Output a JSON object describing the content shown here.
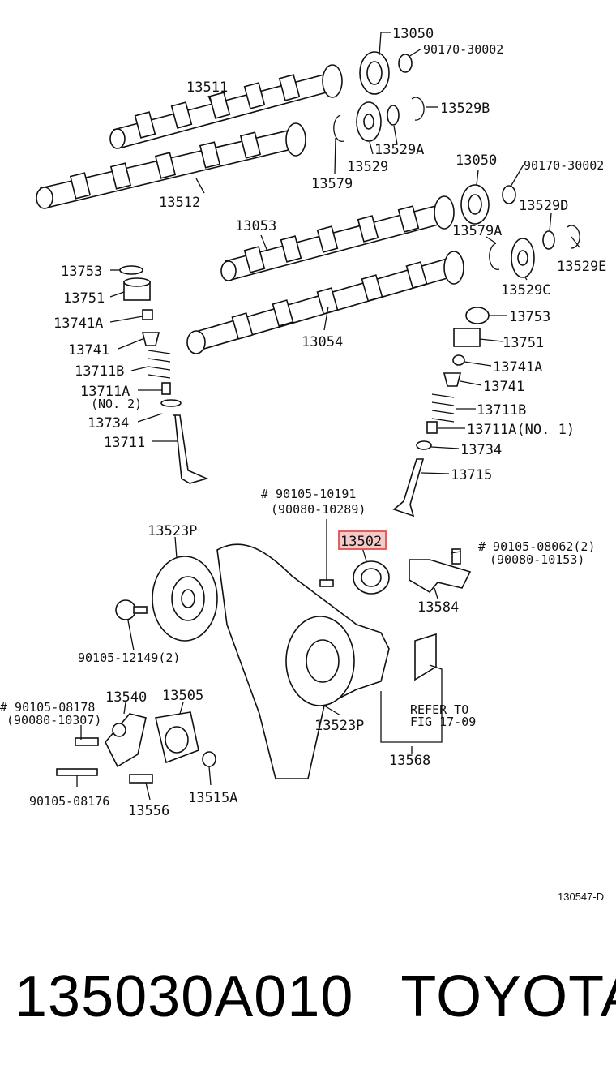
{
  "labels": {
    "l13050a": "13050",
    "l90170a": "90170-30002",
    "l13511": "13511",
    "l13529B": "13529B",
    "l13529A": "13529A",
    "l13529": "13529",
    "l13579": "13579",
    "l13512": "13512",
    "l13050b": "13050",
    "l90170b": "90170-30002",
    "l13053": "13053",
    "l13529D": "13529D",
    "l13579A": "13579A",
    "l13529E": "13529E",
    "l13529C": "13529C",
    "l13753a": "13753",
    "l13751a": "13751",
    "l13741Aa": "13741A",
    "l13741a": "13741",
    "l13711B_a": "13711B",
    "l13711A_a": "13711A",
    "l13711A_a_no": "(NO. 2)",
    "l13734a": "13734",
    "l13711": "13711",
    "l13054": "13054",
    "l13753b": "13753",
    "l13751b": "13751",
    "l13741Ab": "13741A",
    "l13741b": "13741",
    "l13711B_b": "13711B",
    "l13711A_b": "13711A(NO. 1)",
    "l13734b": "13734",
    "l13715": "13715",
    "l90105_10191": "# 90105-10191",
    "l90080_10289": "(90080-10289)",
    "l13523P_a": "13523P",
    "l13502": "13502",
    "l90105_08062": "# 90105-08062(2)",
    "l90080_10153": "(90080-10153)",
    "l13584": "13584",
    "l90105_12149": "90105-12149(2)",
    "l90105_08178": "# 90105-08178",
    "l90080_10307": "(90080-10307)",
    "l13540": "13540",
    "l13505": "13505",
    "l13523P_b": "13523P",
    "l_refer": "REFER TO",
    "l_fig": "FIG 17-09",
    "l13568": "13568",
    "l90105_08176": "90105-08176",
    "l13556": "13556",
    "l13515A": "13515A",
    "ref_code": "130547-D"
  },
  "highlight": {
    "part": "13502",
    "color": "#e05050"
  },
  "caption": {
    "part_number": "135030A010",
    "brand": "TOYOTA"
  }
}
